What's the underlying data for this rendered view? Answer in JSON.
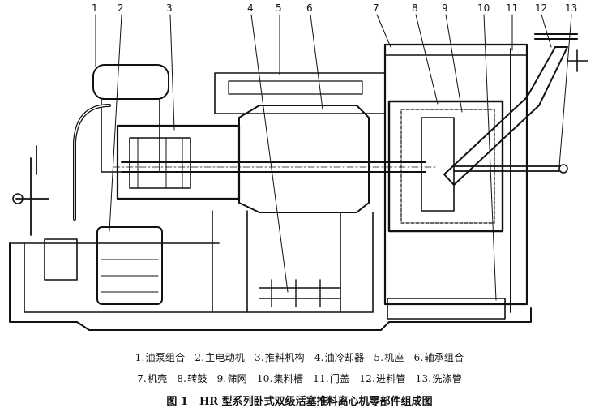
{
  "callouts": [
    "1",
    "2",
    "3",
    "4",
    "5",
    "6",
    "7",
    "8",
    "9",
    "10",
    "11",
    "12",
    "13"
  ],
  "legend": {
    "row1": [
      {
        "num": "1.",
        "label": "油泵组合"
      },
      {
        "num": "2.",
        "label": "主电动机"
      },
      {
        "num": "3.",
        "label": "推料机构"
      },
      {
        "num": "4.",
        "label": "油冷却器"
      },
      {
        "num": "5.",
        "label": "机座"
      },
      {
        "num": "6.",
        "label": "轴承组合"
      }
    ],
    "row2": [
      {
        "num": "7.",
        "label": "机壳"
      },
      {
        "num": "8.",
        "label": "转鼓"
      },
      {
        "num": "9.",
        "label": "筛网"
      },
      {
        "num": "10.",
        "label": "集料槽"
      },
      {
        "num": "11.",
        "label": "门盖"
      },
      {
        "num": "12.",
        "label": "进料管"
      },
      {
        "num": "13.",
        "label": "洗涤管"
      }
    ]
  },
  "caption": {
    "number": "图 1",
    "title": "HR 型系列卧式双级活塞推料离心机零部件组成图"
  }
}
